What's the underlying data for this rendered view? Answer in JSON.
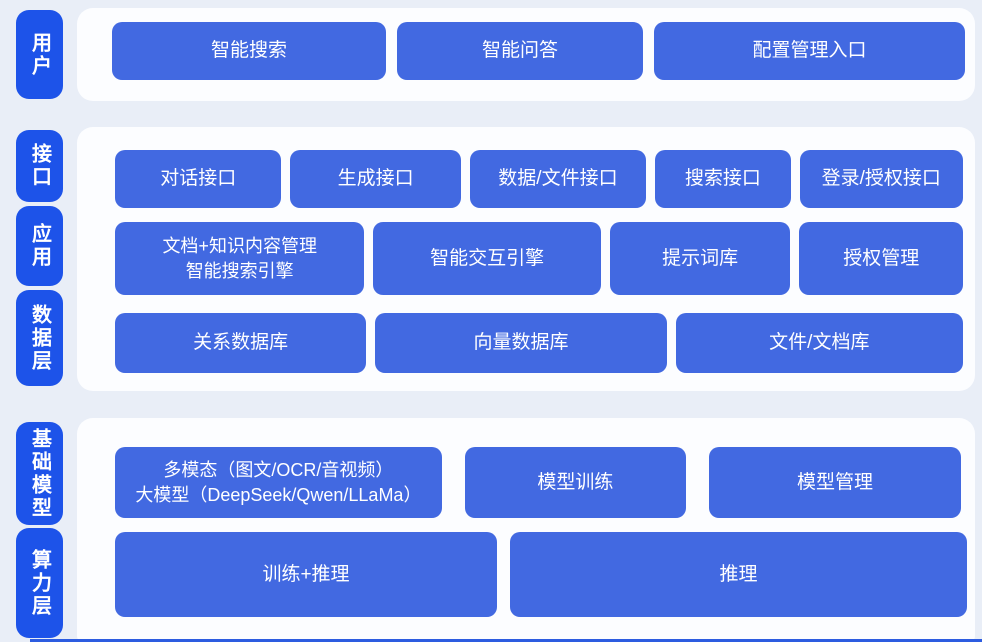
{
  "palette": {
    "page_bg": "#e9eef7",
    "panel_bg": "#fcfdff",
    "button_blue": "#4269e1",
    "label_blue": "#1d53e9",
    "text_white": "#ffffff",
    "bottom_line_blue": "#2d5ce0"
  },
  "side_labels": [
    {
      "id": "user",
      "text": "用户"
    },
    {
      "id": "interface",
      "text": "接口"
    },
    {
      "id": "application",
      "text": "应用"
    },
    {
      "id": "data-layer",
      "text": "数据层"
    },
    {
      "id": "base-model",
      "text": "基础模型"
    },
    {
      "id": "compute-layer",
      "text": "算力层"
    }
  ],
  "groups": [
    {
      "name": "user-layer",
      "rows": [
        {
          "buttons": [
            {
              "label": "智能搜索"
            },
            {
              "label": "智能问答"
            },
            {
              "label": "配置管理入口"
            }
          ]
        }
      ]
    },
    {
      "name": "interface-application-data-layer",
      "rows": [
        {
          "buttons": [
            {
              "label": "对话接口"
            },
            {
              "label": "生成接口"
            },
            {
              "label": "数据/文件接口"
            },
            {
              "label": "搜索接口"
            },
            {
              "label": "登录/授权接口"
            }
          ]
        },
        {
          "buttons": [
            {
              "label": "文档+知识内容管理\n智能搜索引擎"
            },
            {
              "label": "智能交互引擎"
            },
            {
              "label": "提示词库"
            },
            {
              "label": "授权管理"
            }
          ]
        },
        {
          "buttons": [
            {
              "label": "关系数据库"
            },
            {
              "label": "向量数据库"
            },
            {
              "label": "文件/文档库"
            }
          ]
        }
      ]
    },
    {
      "name": "base-model-compute-layer",
      "rows": [
        {
          "buttons": [
            {
              "label": "多模态（图文/OCR/音视频）\n大模型（DeepSeek/Qwen/LLaMa）"
            },
            {
              "label": "模型训练"
            },
            {
              "label": "模型管理"
            }
          ]
        },
        {
          "buttons": [
            {
              "label": "训练+推理"
            },
            {
              "label": "推理"
            }
          ]
        }
      ]
    }
  ]
}
